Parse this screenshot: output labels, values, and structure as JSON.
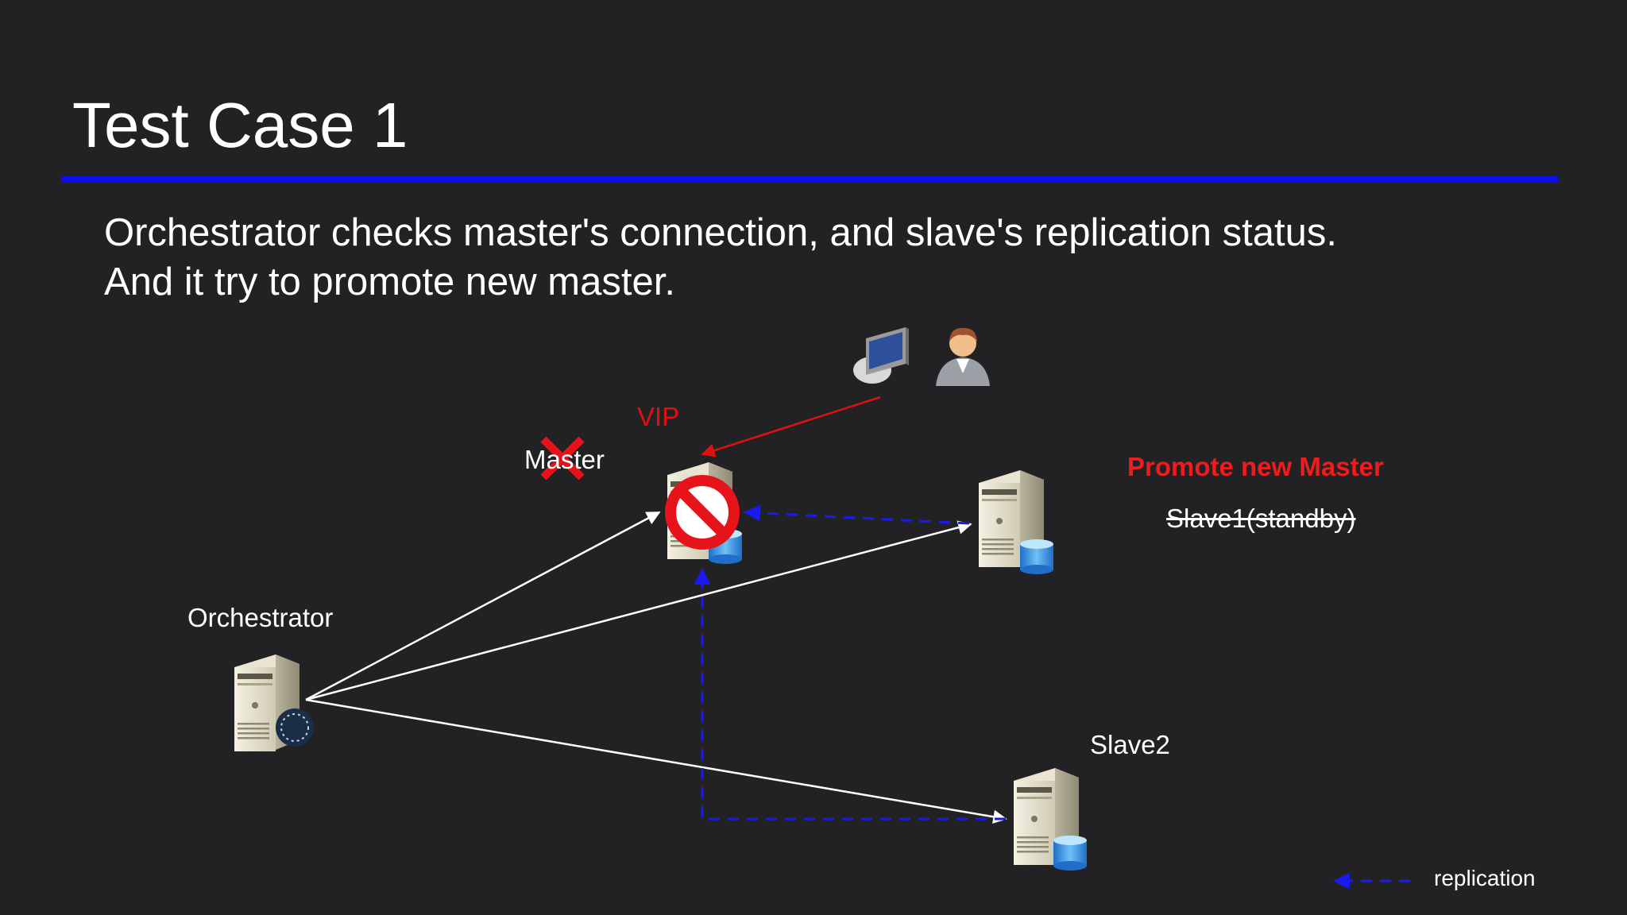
{
  "slide": {
    "title": "Test Case 1",
    "body_lines": [
      "Orchestrator checks master's connection, and slave's replication status.",
      "And it try to promote new master."
    ]
  },
  "diagram": {
    "labels": {
      "vip": "VIP",
      "master": "Master",
      "orchestrator": "Orchestrator",
      "slave2": "Slave2",
      "promote": "Promote new Master",
      "slave1": "Slave1(standby)"
    },
    "legend": {
      "replication": "replication"
    },
    "colors": {
      "background": "#222224",
      "title_rule": "#0b0ff0",
      "alert_red": "#e01010",
      "replication_blue": "#1a1af0",
      "check_arrow": "#ffffff"
    },
    "icons": [
      "client-computer-icon",
      "user-icon",
      "server-icon",
      "database-icon",
      "failed-cross-icon",
      "prohibited-icon"
    ]
  }
}
